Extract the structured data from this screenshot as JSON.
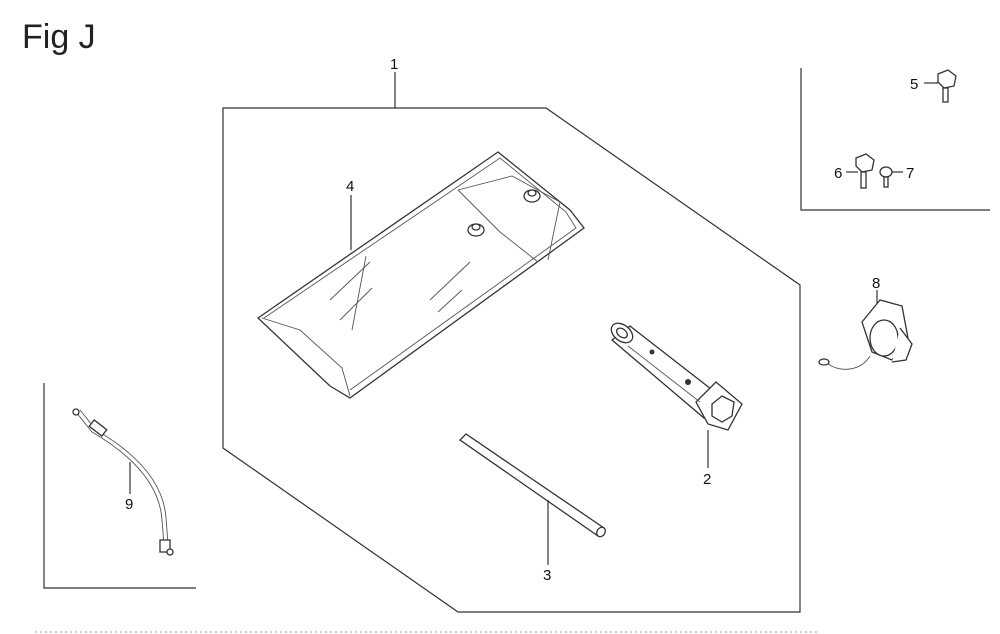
{
  "figure": {
    "title": "Fig J"
  },
  "callouts": {
    "c1": "1",
    "c2": "2",
    "c3": "3",
    "c4": "4",
    "c5": "5",
    "c6": "6",
    "c7": "7",
    "c8": "8",
    "c9": "9"
  }
}
